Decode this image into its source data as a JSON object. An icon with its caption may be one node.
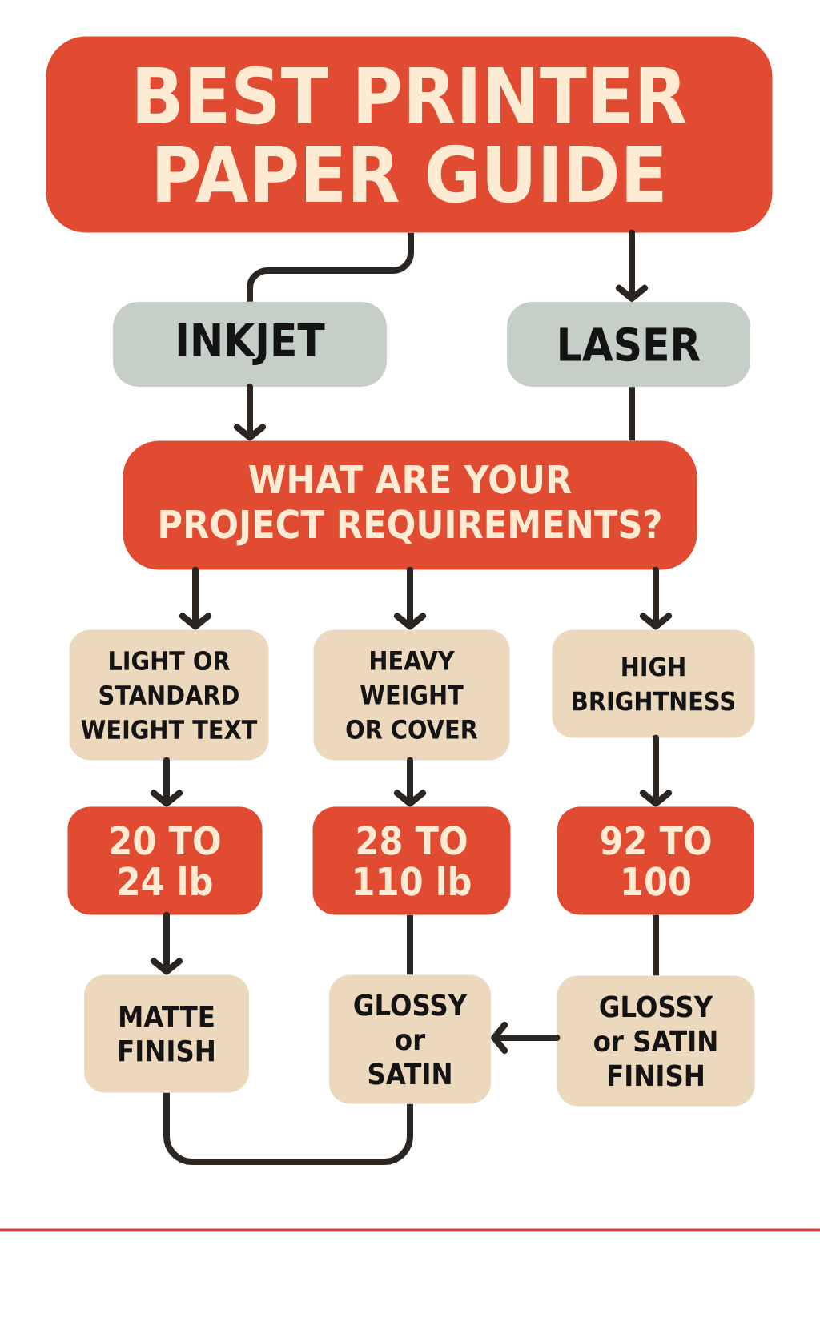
{
  "diagram": {
    "nodes": [
      {
        "text": [
          "BEST PRINTER PAPER GUIDE"
        ]
      },
      {
        "text": [
          "INKJET"
        ]
      },
      {
        "text": [
          "LASER"
        ]
      },
      {
        "text": [
          "WHAT ARE YOUR PROJECT REQUIREMENTS?"
        ]
      },
      {
        "text": [
          "LIGHT OR STANDARD WEIGHT TEXT"
        ]
      },
      {
        "text": [
          "HEAVY WEIGHT OR COVER"
        ]
      },
      {
        "text": [
          "HIGH BRIGHTNESS"
        ]
      },
      {
        "text": [
          "20 TO 24 lb"
        ]
      },
      {
        "text": [
          "28 TO 110 lb"
        ]
      },
      {
        "text": [
          "92 TO 100"
        ]
      },
      {
        "text": [
          "MATTE FINISH"
        ]
      },
      {
        "text": [
          "GLOSSY or SATIN"
        ]
      },
      {
        "text": [
          "GLOSSY or SATIN FINISH"
        ]
      }
    ],
    "edges": [
      {
        "from": 0,
        "to": 1,
        "arrow": "none"
      },
      {
        "from": 0,
        "to": 2,
        "arrow": "to"
      },
      {
        "from": 1,
        "to": 3,
        "arrow": "to"
      },
      {
        "from": 2,
        "to": 3,
        "arrow": "none"
      },
      {
        "from": 3,
        "to": 4,
        "arrow": "to"
      },
      {
        "from": 3,
        "to": 5,
        "arrow": "to"
      },
      {
        "from": 3,
        "to": 6,
        "arrow": "to"
      },
      {
        "from": 4,
        "to": 7,
        "arrow": "to"
      },
      {
        "from": 5,
        "to": 8,
        "arrow": "to"
      },
      {
        "from": 6,
        "to": 9,
        "arrow": "to"
      },
      {
        "from": 7,
        "to": 10,
        "arrow": "to"
      },
      {
        "from": 8,
        "to": 11,
        "arrow": "none"
      },
      {
        "from": 9,
        "to": 12,
        "arrow": "none"
      },
      {
        "from": 12,
        "to": 11,
        "arrow": "to"
      },
      {
        "from": 10,
        "to": 11,
        "arrow": "none"
      }
    ]
  }
}
